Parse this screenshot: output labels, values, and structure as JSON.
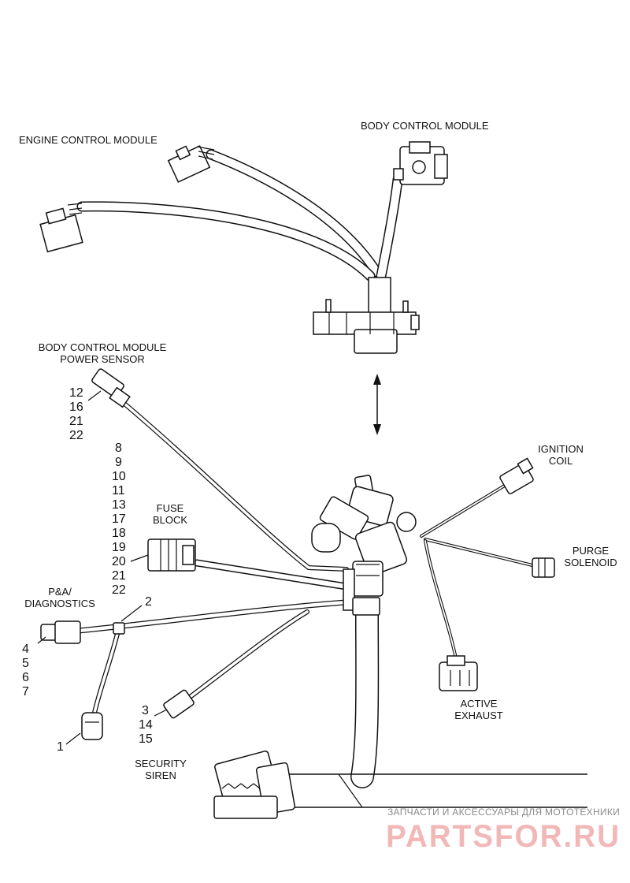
{
  "labels": {
    "engine_control_module": "ENGINE CONTROL MODULE",
    "body_control_module": "BODY CONTROL MODULE",
    "bcm_power_sensor_line1": "BODY CONTROL MODULE",
    "bcm_power_sensor_line2": "POWER SENSOR",
    "ignition_coil_line1": "IGNITION",
    "ignition_coil_line2": "COIL",
    "fuse_block_line1": "FUSE",
    "fuse_block_line2": "BLOCK",
    "purge_solenoid_line1": "PURGE",
    "purge_solenoid_line2": "SOLENOID",
    "pa_diagnostics_line1": "P&A/",
    "pa_diagnostics_line2": "DIAGNOSTICS",
    "active_exhaust_line1": "ACTIVE",
    "active_exhaust_line2": "EXHAUST",
    "security_siren_line1": "SECURITY",
    "security_siren_line2": "SIREN"
  },
  "callouts": {
    "bcm_power_sensor": [
      "12",
      "16",
      "21",
      "22"
    ],
    "fuse_block": [
      "8",
      "9",
      "10",
      "11",
      "13",
      "17",
      "18",
      "19",
      "20",
      "21",
      "22"
    ],
    "diagnostics": [
      "4",
      "5",
      "6",
      "7"
    ],
    "security_siren": [
      "3",
      "14",
      "15"
    ],
    "item_1": "1",
    "item_2": "2"
  },
  "watermark": {
    "caption": "ЗАПЧАСТИ И АКСЕССУАРЫ ДЛЯ МОТОТЕХНИКИ",
    "logo": "PARTSFOR.RU"
  },
  "colors": {
    "line": "#111111",
    "watermark_logo": "#f2b8b8",
    "watermark_caption": "#8a8a8a"
  }
}
